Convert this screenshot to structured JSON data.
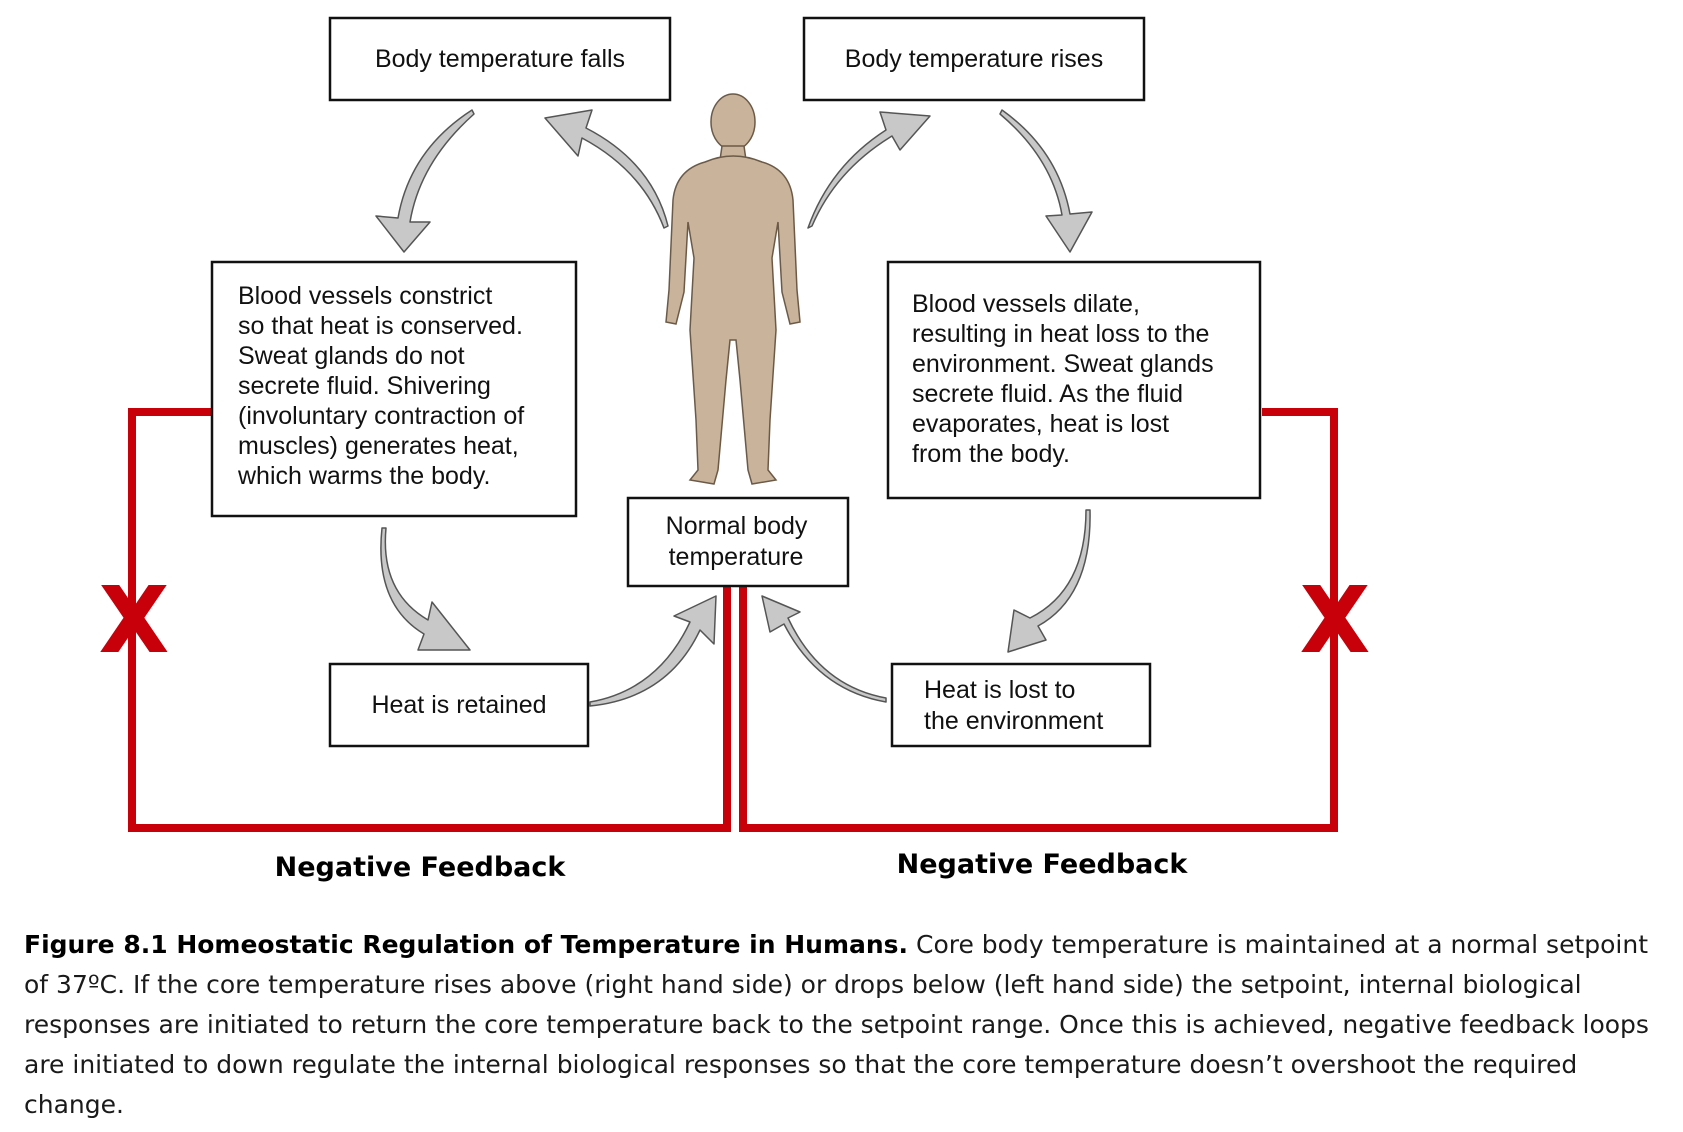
{
  "diagram": {
    "boxes": {
      "temp_falls": "Body temperature falls",
      "temp_rises": "Body temperature rises",
      "left_response": [
        "Blood vessels constrict",
        "so that heat is conserved.",
        "Sweat glands do not",
        "secrete fluid. Shivering",
        "(involuntary contraction of",
        "muscles) generates heat,",
        "which warms the body."
      ],
      "right_response": [
        "Blood vessels dilate,",
        "resulting in heat loss to the",
        "environment. Sweat glands",
        "secrete fluid. As the fluid",
        "evaporates, heat is lost",
        "from the body."
      ],
      "normal": [
        "Normal body",
        "temperature"
      ],
      "heat_retained": "Heat is retained",
      "heat_lost": [
        "Heat is lost to",
        "the environment"
      ]
    },
    "feedback_left": "Negative Feedback",
    "feedback_right": "Negative Feedback",
    "x_mark": "X",
    "colors": {
      "feedback_line": "#c8000a",
      "arrow_fill": "#c8c8c8",
      "arrow_stroke": "#555555",
      "figure_fill": "#c9b39a",
      "figure_stroke": "#6b5a48"
    }
  },
  "caption": {
    "title": "Figure 8.1 Homeostatic Regulation of Temperature in Humans.",
    "text": "Core body temperature is maintained at a normal setpoint of 37ºC.  If the core temperature rises above (right hand side) or drops below (left hand side) the setpoint, internal biological responses are initiated to return the core temperature back to the setpoint range. Once this is achieved, negative feedback loops are initiated to down regulate the internal biological responses so that the core temperature doesn’t overshoot the required change."
  }
}
